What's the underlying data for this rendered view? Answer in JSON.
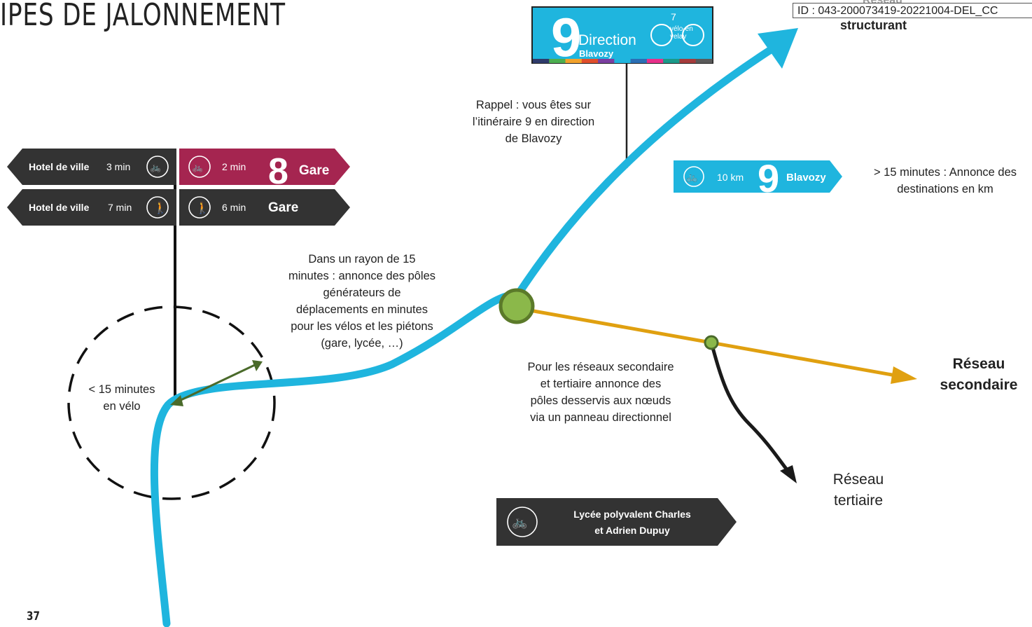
{
  "page": {
    "title": "IPES DE JALONNEMENT",
    "page_number": "37",
    "id_stamp": "ID : 043-200073419-20221004-DEL_CC",
    "ghost_label": "Réseau",
    "structurant_label": "structurant"
  },
  "sign_top": {
    "number": "9",
    "direction": "Direction",
    "destination": "Blavozy",
    "logo_number": "7",
    "logo_line1": "vélo-en",
    "logo_line2": "velay",
    "colors": [
      "#2f3b6b",
      "#4caf50",
      "#f2a22c",
      "#e04e2c",
      "#7b3fa0",
      "#1fb5de",
      "#2b6fb5",
      "#e7308a",
      "#1a9a8a",
      "#a63c3c",
      "#5a5a5a"
    ]
  },
  "sign_km": {
    "distance": "10 km",
    "number": "9",
    "destination": "Blavozy"
  },
  "sign_left": {
    "row1_left_dest": "Hotel de ville",
    "row1_left_time": "3 min",
    "row1_right_time": "2 min",
    "row1_number": "8",
    "row1_right_dest": "Gare",
    "row2_left_dest": "Hotel de ville",
    "row2_left_time": "7 min",
    "row2_right_time": "6 min",
    "row2_right_dest": "Gare"
  },
  "sign_lycee": {
    "line1": "Lycée polyvalent Charles",
    "line2": "et Adrien Dupuy"
  },
  "notes": {
    "rappel": [
      "Rappel : vous êtes sur",
      "l’itinéraire 9 en direction",
      "de Blavozy"
    ],
    "km": [
      "> 15 minutes : Annonce des",
      "destinations en km"
    ],
    "rayon": [
      "Dans un rayon de 15",
      "minutes : annonce des pôles",
      "générateurs de",
      "déplacements en minutes",
      "pour les vélos et les piétons",
      "(gare, lycée, …)"
    ],
    "minutes": [
      "< 15 minutes",
      "en vélo"
    ],
    "reseaux": [
      "Pour les réseaux secondaire",
      "et tertiaire annonce des",
      "pôles desservis aux nœuds",
      "via un panneau directionnel"
    ]
  },
  "labels": {
    "secondaire": [
      "Réseau",
      "secondaire"
    ],
    "tertiaire": [
      "Réseau",
      "tertiaire"
    ]
  },
  "colors": {
    "structurant": "#1fb5de",
    "secondaire": "#e0a010",
    "tertiaire": "#1a1a1a",
    "node": "#8bb84a",
    "node_stroke": "#5b7a2a",
    "sign_dark": "#333333",
    "sign_magenta": "#a52550"
  }
}
